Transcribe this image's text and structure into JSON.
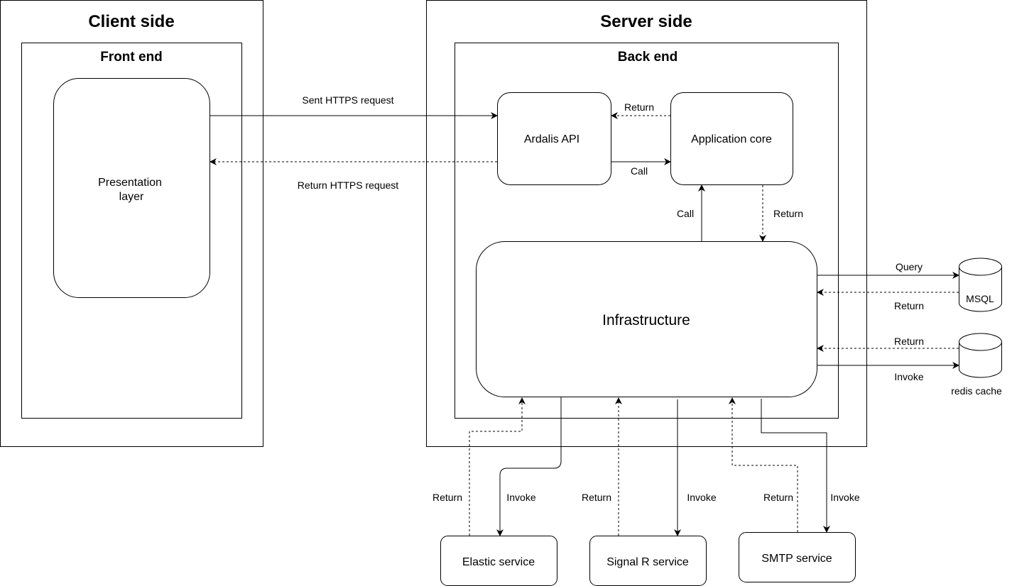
{
  "regions": {
    "client": "Client side",
    "server": "Server side"
  },
  "sections": {
    "front_end": "Front end",
    "back_end": "Back end"
  },
  "nodes": {
    "presentation_line1": "Presentation",
    "presentation_line2": "layer",
    "ardalis_api": "Ardalis API",
    "application_core": "Application core",
    "infrastructure": "Infrastructure",
    "elastic": "Elastic service",
    "signalr": "Signal R service",
    "smtp": "SMTP service"
  },
  "databases": {
    "msql": "MSQL",
    "redis": "redis cache"
  },
  "edges": {
    "sent_https": "Sent HTTPS request",
    "return_https": "Return HTTPS request",
    "core_to_api_return": "Return",
    "api_to_core_call": "Call",
    "infra_to_core_call": "Call",
    "core_to_infra_return": "Return",
    "msql_query": "Query",
    "msql_return": "Return",
    "redis_return": "Return",
    "redis_invoke": "Invoke",
    "elastic_return": "Return",
    "elastic_invoke": "Invoke",
    "signalr_return": "Return",
    "signalr_invoke": "Invoke",
    "smtp_return": "Return",
    "smtp_invoke": "Invoke"
  }
}
